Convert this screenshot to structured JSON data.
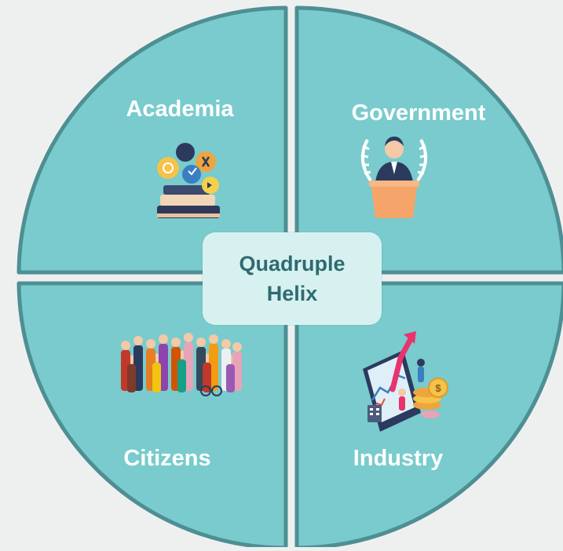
{
  "colors": {
    "quadrant_fill": "#79cbcd",
    "quadrant_stroke": "#4e8f93",
    "label_text": "#ffffff",
    "center_fill": "#d7f1f0",
    "center_text": "#2f6b70",
    "background": "#eef0f0"
  },
  "quadrants": {
    "academia": {
      "label": "Academia",
      "icon": "books-science-icon"
    },
    "government": {
      "label": "Government",
      "icon": "speaker-podium-icon"
    },
    "citizens": {
      "label": "Citizens",
      "icon": "crowd-people-icon"
    },
    "industry": {
      "label": "Industry",
      "icon": "finance-chart-icon"
    }
  },
  "center": {
    "line1": "Quadruple",
    "line2": "Helix"
  }
}
